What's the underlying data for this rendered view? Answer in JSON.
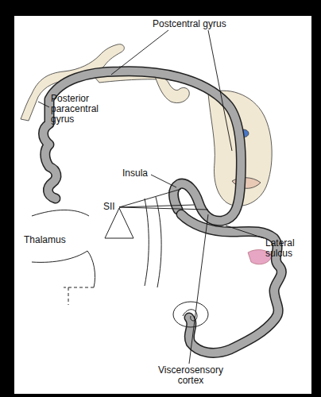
{
  "diagram": {
    "labels": [
      "Postcentral gyrus",
      "Posterior paracentral gyrus",
      "Insula",
      "SII",
      "Thalamus",
      "Lateral sulcus",
      "Viscerosensory cortex"
    ]
  }
}
